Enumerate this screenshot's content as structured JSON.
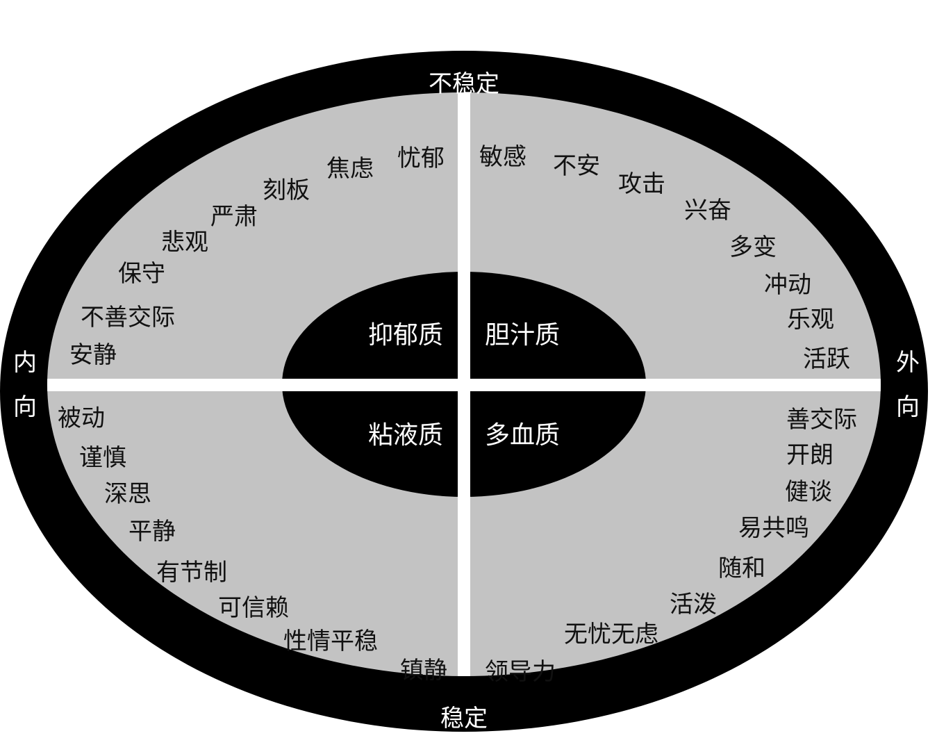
{
  "colors": {
    "ring": "#000000",
    "quadrant": "#c3c3c3",
    "divider": "#ffffff",
    "center": "#000000"
  },
  "axis_labels": {
    "top": "不稳定",
    "bottom": "稳定",
    "left": [
      "内",
      "向"
    ],
    "right": [
      "外",
      "向"
    ]
  },
  "temperaments": {
    "upper_left": "抑郁质",
    "upper_right": "胆汁质",
    "lower_left": "粘液质",
    "lower_right": "多血质"
  },
  "traits": {
    "upper_left": [
      "忧郁",
      "焦虑",
      "刻板",
      "严肃",
      "悲观",
      "保守",
      "不善交际",
      "安静"
    ],
    "upper_right": [
      "敏感",
      "不安",
      "攻击",
      "兴奋",
      "多变",
      "冲动",
      "乐观",
      "活跃"
    ],
    "lower_left": [
      "被动",
      "谨慎",
      "深思",
      "平静",
      "有节制",
      "可信赖",
      "性情平稳",
      "镇静"
    ],
    "lower_right": [
      "善交际",
      "开朗",
      "健谈",
      "易共鸣",
      "随和",
      "活泼",
      "无忧无虑",
      "领导力"
    ]
  }
}
